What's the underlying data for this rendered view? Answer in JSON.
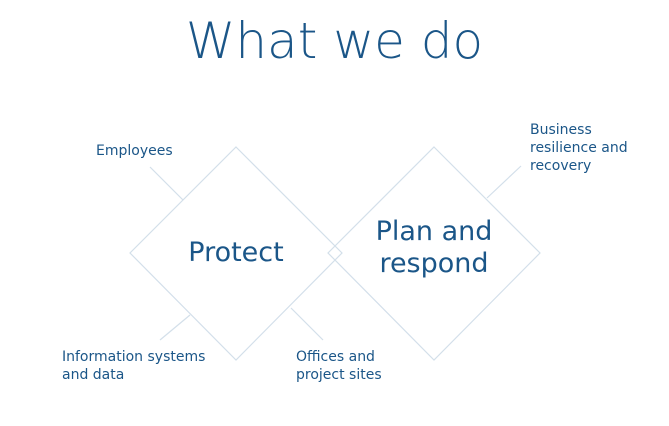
{
  "title": "What we do",
  "colors": {
    "text": "#1b5688",
    "lines": "#d3dfea"
  },
  "diamonds": [
    {
      "label": "Protect"
    },
    {
      "label_line1": "Plan and",
      "label_line2": "respond"
    }
  ],
  "labels": {
    "employees": "Employees",
    "info_1": "Information systems",
    "info_2": "and data",
    "offices_1": "Offices and",
    "offices_2": "project sites",
    "business_1": "Business",
    "business_2": "resilience and",
    "business_3": "recovery"
  }
}
